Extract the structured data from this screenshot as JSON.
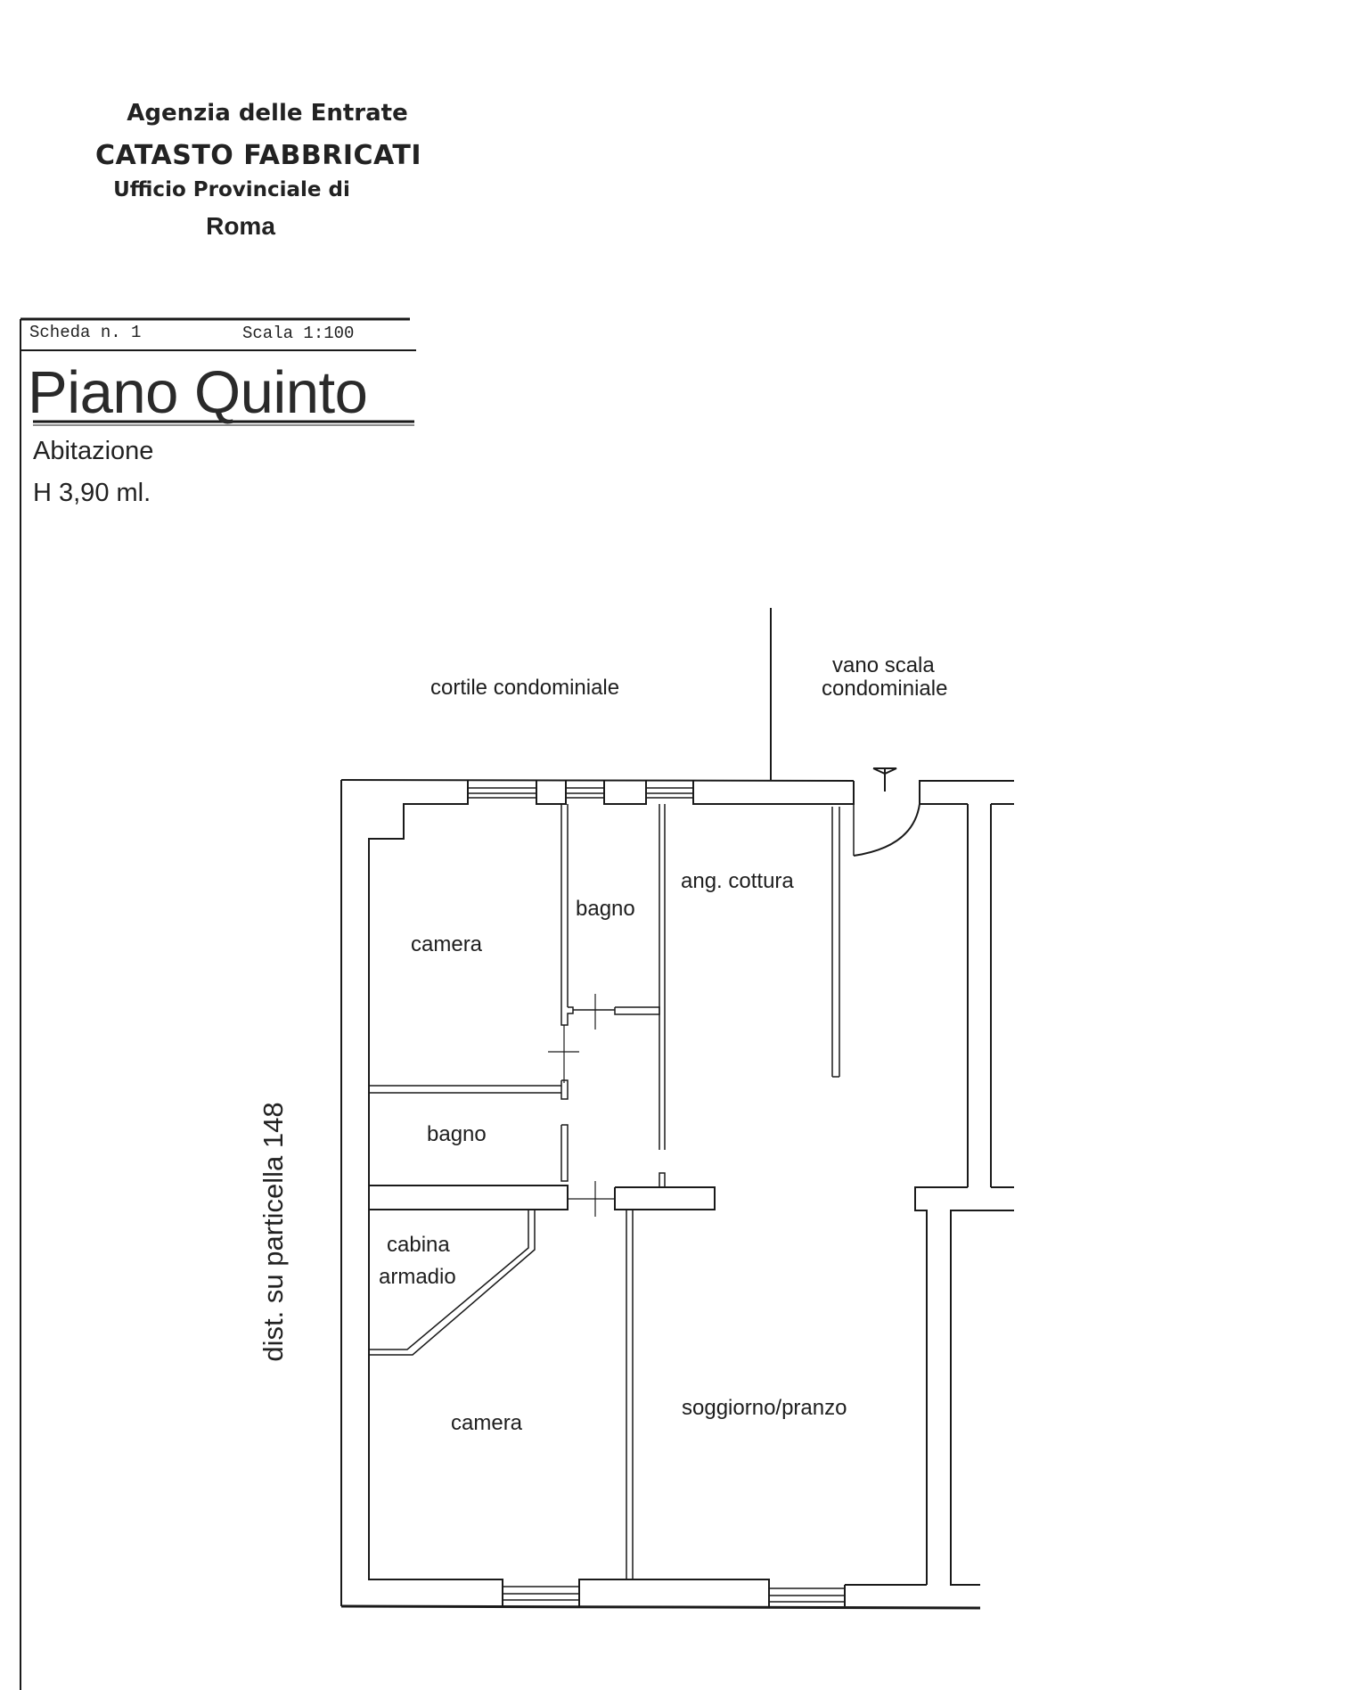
{
  "header": {
    "agency": "Agenzia delle Entrate",
    "registry": "CATASTO FABBRICATI",
    "office": "Ufficio Provinciale di",
    "city": "Roma"
  },
  "sheet": {
    "scheda": "Scheda n. 1",
    "scala": "Scala 1:100",
    "floor_title": "Piano Quinto",
    "use": "Abitazione",
    "height": "H 3,90 ml."
  },
  "plan": {
    "outside_labels": {
      "courtyard": "cortile condominiale",
      "stair_line1": "vano scala",
      "stair_line2": "condominiale",
      "boundary": "dist. su particella 148"
    },
    "rooms": [
      {
        "label": "camera"
      },
      {
        "label": "bagno"
      },
      {
        "label": "ang. cottura"
      },
      {
        "label": "bagno"
      },
      {
        "label": "cabina"
      },
      {
        "label": "armadio"
      },
      {
        "label": "camera"
      },
      {
        "label": "soggiorno/pranzo"
      }
    ],
    "line_color": "#1a1a1a"
  }
}
